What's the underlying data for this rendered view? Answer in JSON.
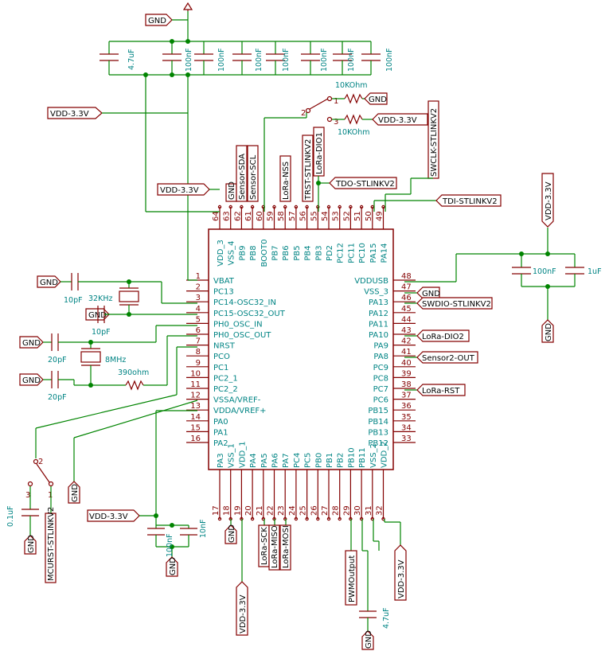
{
  "ic": {
    "left_pins": [
      {
        "num": "1",
        "name": "VBAT"
      },
      {
        "num": "2",
        "name": "PC13"
      },
      {
        "num": "3",
        "name": "PC14-OSC32_IN"
      },
      {
        "num": "4",
        "name": "PC15-OSC32_OUT"
      },
      {
        "num": "5",
        "name": "PH0_OSC_IN"
      },
      {
        "num": "6",
        "name": "PH0_OSC_OUT"
      },
      {
        "num": "7",
        "name": "NRST"
      },
      {
        "num": "8",
        "name": "PCO"
      },
      {
        "num": "9",
        "name": "PC1"
      },
      {
        "num": "10",
        "name": "PC2_1"
      },
      {
        "num": "11",
        "name": "PC2_2"
      },
      {
        "num": "12",
        "name": "VSSA/VREF-"
      },
      {
        "num": "13",
        "name": "VDDA/VREF+"
      },
      {
        "num": "14",
        "name": "PA0"
      },
      {
        "num": "15",
        "name": "PA1"
      },
      {
        "num": "16",
        "name": "PA2"
      }
    ],
    "right_pins": [
      {
        "num": "48",
        "name": "VDDUSB"
      },
      {
        "num": "47",
        "name": "VSS_3"
      },
      {
        "num": "46",
        "name": "PA13"
      },
      {
        "num": "45",
        "name": "PA12"
      },
      {
        "num": "44",
        "name": "PA11"
      },
      {
        "num": "43",
        "name": "PA10"
      },
      {
        "num": "42",
        "name": "PA9"
      },
      {
        "num": "41",
        "name": "PA8"
      },
      {
        "num": "40",
        "name": "PC9"
      },
      {
        "num": "39",
        "name": "PC8"
      },
      {
        "num": "38",
        "name": "PC7"
      },
      {
        "num": "37",
        "name": "PC6"
      },
      {
        "num": "36",
        "name": "PB15"
      },
      {
        "num": "35",
        "name": "PB14"
      },
      {
        "num": "34",
        "name": "PB13"
      },
      {
        "num": "33",
        "name": "PB12"
      }
    ],
    "top_pins": [
      {
        "num": "64",
        "name": "VDD_3"
      },
      {
        "num": "63",
        "name": "VSS_4"
      },
      {
        "num": "62",
        "name": "PB9"
      },
      {
        "num": "61",
        "name": "PB8"
      },
      {
        "num": "60",
        "name": "BOOT0"
      },
      {
        "num": "59",
        "name": "PB7"
      },
      {
        "num": "58",
        "name": "PB6"
      },
      {
        "num": "57",
        "name": "PB5"
      },
      {
        "num": "56",
        "name": "PB4"
      },
      {
        "num": "55",
        "name": "PB3"
      },
      {
        "num": "54",
        "name": "PD2"
      },
      {
        "num": "53",
        "name": "PC12"
      },
      {
        "num": "52",
        "name": "PC11"
      },
      {
        "num": "51",
        "name": "PC10"
      },
      {
        "num": "50",
        "name": "PA15"
      },
      {
        "num": "49",
        "name": "PA14"
      }
    ],
    "bottom_pins": [
      {
        "num": "17",
        "name": "PA3"
      },
      {
        "num": "18",
        "name": "VSS_1"
      },
      {
        "num": "19",
        "name": "VDD_1"
      },
      {
        "num": "20",
        "name": "PA4"
      },
      {
        "num": "21",
        "name": "PA5"
      },
      {
        "num": "22",
        "name": "PA6"
      },
      {
        "num": "23",
        "name": "PA7"
      },
      {
        "num": "24",
        "name": "PC4"
      },
      {
        "num": "25",
        "name": "PC5"
      },
      {
        "num": "26",
        "name": "PB0"
      },
      {
        "num": "27",
        "name": "PB1"
      },
      {
        "num": "28",
        "name": "PB2"
      },
      {
        "num": "29",
        "name": "PB10"
      },
      {
        "num": "30",
        "name": "PB11"
      },
      {
        "num": "31",
        "name": "VSS_2"
      },
      {
        "num": "32",
        "name": "VDD_2"
      }
    ]
  },
  "labels": {
    "gnd": "GND",
    "vdd": "VDD-3.3V",
    "sensor_sda": "Sensor-SDA",
    "sensor_scl": "Sensor-SCL",
    "lora_nss": "LoRa-NSS",
    "trst": "TRST-STLINKV2",
    "lora_dio1": "LoRa-DIO1",
    "tdo": "TDO-STLINKV2",
    "swclk": "SWCLK-STLINKV2",
    "tdi": "TDI-STLINKV2",
    "swdio": "SWDIO-STLINKV2",
    "lora_dio2": "LoRa-DIO2",
    "sensor2_out": "Sensor2-OUT",
    "lora_rst": "LoRa-RST",
    "lora_sck": "LoRa-SCK",
    "lora_miso": "LoRa-MISO",
    "lora_mosi": "LoRa-MOSI",
    "pwm_output": "PWMOutput",
    "mcurst": "MCURST-STLINKV2"
  },
  "components": {
    "cap_4u7": "4.7uF",
    "cap_100n": "100nF",
    "cap_10n": "10nF",
    "cap_1u": "1uF",
    "cap_0u1": "0.1uF",
    "cap_10p": "10pF",
    "cap_20p": "20pF",
    "xtal_32k": "32KHz",
    "xtal_8m": "8MHz",
    "res_10k": "10KOhm",
    "res_390": "390ohm",
    "sw_1": "1",
    "sw_2": "2",
    "sw_3": "3"
  },
  "colors": {
    "wire": "#008400",
    "component": "#840000",
    "text_teal": "#008484"
  }
}
